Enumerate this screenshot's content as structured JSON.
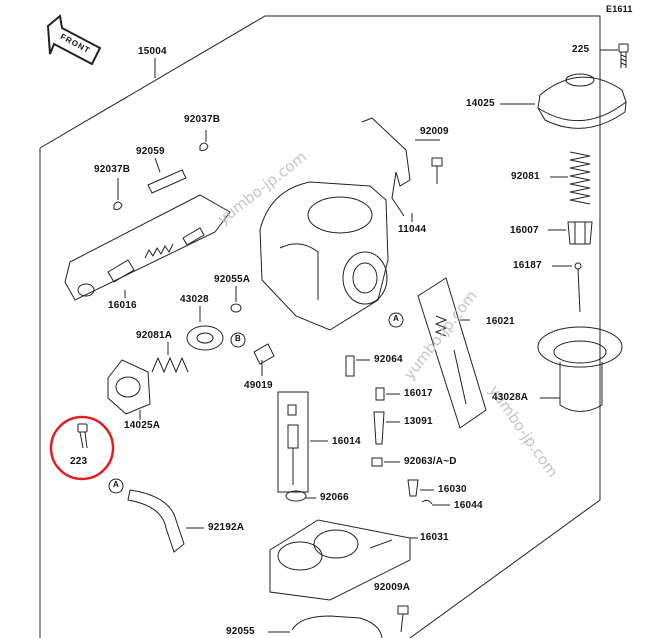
{
  "diagram_code": "E1611",
  "front_label": "FRONT",
  "watermark": "yumbo-jp.com",
  "highlight_color": "#e02020",
  "line_color": "#222222",
  "part_labels": {
    "p15004": "15004",
    "p225": "225",
    "p14025": "14025",
    "p92037B_a": "92037B",
    "p92009": "92009",
    "p92059": "92059",
    "p92037B_b": "92037B",
    "p92081": "92081",
    "p11044": "11044",
    "p16007": "16007",
    "p16187": "16187",
    "p92055A": "92055A",
    "p43028": "43028",
    "p16016": "16016",
    "p16021": "16021",
    "p92081A": "92081A",
    "p92064": "92064",
    "p49019": "49019",
    "p16017": "16017",
    "p43028A": "43028A",
    "p14025A": "14025A",
    "p13091": "13091",
    "p16014": "16014",
    "p223": "223",
    "p92063": "92063/A~D",
    "p16030": "16030",
    "p92066": "92066",
    "p16044": "16044",
    "p92192A": "92192A",
    "p16031": "16031",
    "p92009A": "92009A",
    "p92055": "92055"
  },
  "callouts": {
    "a1": "A",
    "a2": "A",
    "b1": "B"
  }
}
